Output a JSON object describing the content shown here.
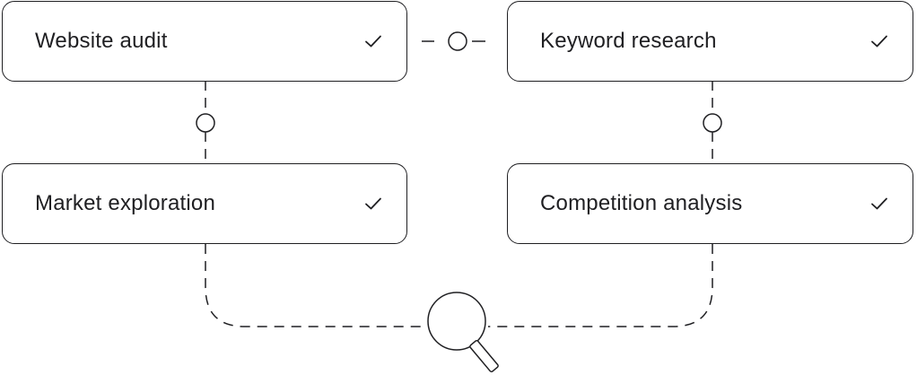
{
  "diagram": {
    "cards": [
      {
        "label": "Website audit",
        "checked": true
      },
      {
        "label": "Keyword research",
        "checked": true
      },
      {
        "label": "Market exploration",
        "checked": true
      },
      {
        "label": "Competition analysis",
        "checked": true
      }
    ],
    "icons": {
      "card_status": "check-icon",
      "connector_node": "circle-node-icon",
      "center": "magnifier-icon"
    },
    "colors": {
      "stroke": "#1f1f22",
      "background": "#ffffff"
    }
  }
}
